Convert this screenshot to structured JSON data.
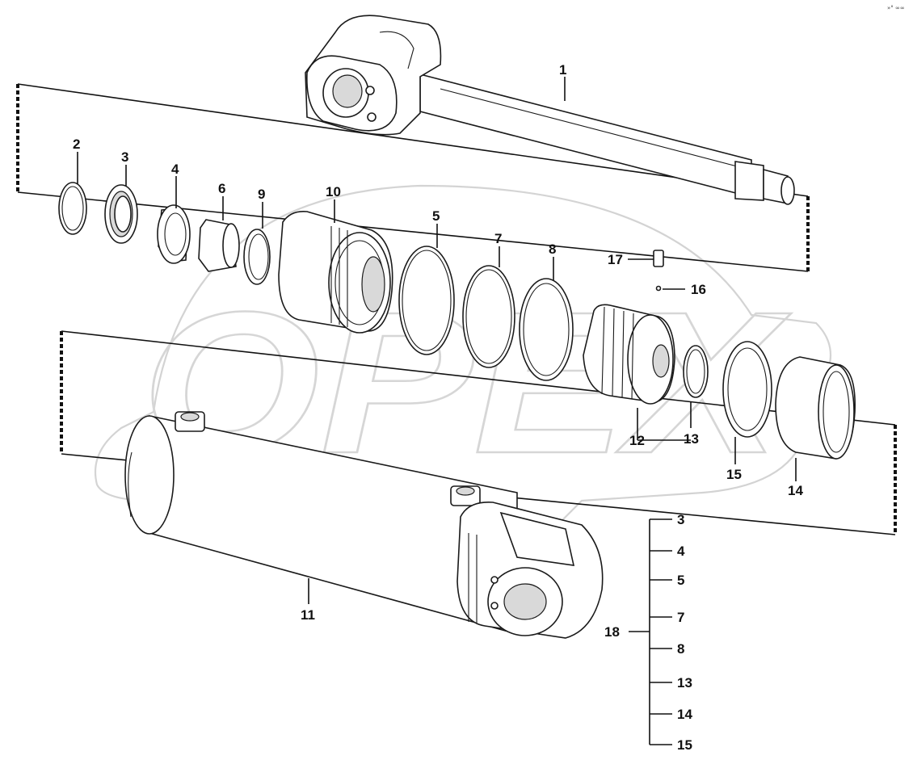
{
  "watermark": {
    "text": "OPEX"
  },
  "corner_mark": "»° ∞∞",
  "callouts": [
    {
      "id": "label-1",
      "text": "1"
    },
    {
      "id": "label-2",
      "text": "2"
    },
    {
      "id": "label-3",
      "text": "3"
    },
    {
      "id": "label-4",
      "text": "4"
    },
    {
      "id": "label-6",
      "text": "6"
    },
    {
      "id": "label-9",
      "text": "9"
    },
    {
      "id": "label-10",
      "text": "10"
    },
    {
      "id": "label-5",
      "text": "5"
    },
    {
      "id": "label-7",
      "text": "7"
    },
    {
      "id": "label-8",
      "text": "8"
    },
    {
      "id": "label-17",
      "text": "17"
    },
    {
      "id": "label-16",
      "text": "16"
    },
    {
      "id": "label-12",
      "text": "12"
    },
    {
      "id": "label-13",
      "text": "13"
    },
    {
      "id": "label-15",
      "text": "15"
    },
    {
      "id": "label-14",
      "text": "14"
    },
    {
      "id": "label-11",
      "text": "11"
    }
  ],
  "kit": {
    "label": "18",
    "items": [
      "3",
      "4",
      "5",
      "7",
      "8",
      "13",
      "14",
      "15"
    ]
  }
}
